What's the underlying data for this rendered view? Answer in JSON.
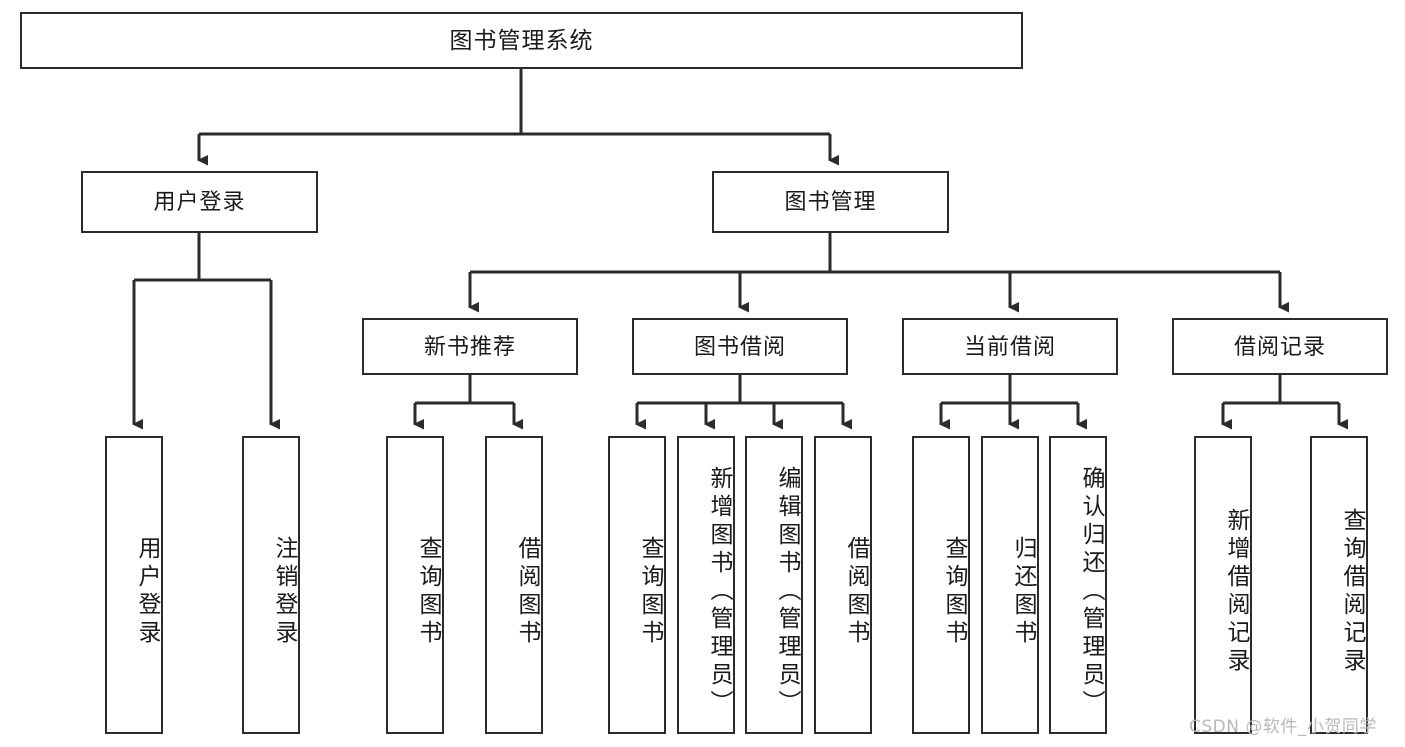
{
  "diagram": {
    "title": "图书管理系统",
    "type": "tree",
    "watermark": "CSDN @软件_小贺同学",
    "style": {
      "box_fill": "#ffffff",
      "box_stroke": "#2b2b2b",
      "line_color": "#2b2b2b",
      "text_color": "#1a1a1a",
      "watermark_color": "#b9b9b9",
      "background": "#ffffff"
    },
    "root": {
      "label": "图书管理系统"
    },
    "level2": [
      {
        "label": "用户登录"
      },
      {
        "label": "图书管理"
      }
    ],
    "level3": [
      {
        "label": "新书推荐"
      },
      {
        "label": "图书借阅"
      },
      {
        "label": "当前借阅"
      },
      {
        "label": "借阅记录"
      }
    ],
    "leaves": {
      "user_login": [
        {
          "label": "用户登录"
        },
        {
          "label": "注销登录"
        }
      ],
      "new_book_recommend": [
        {
          "label": "查询图书"
        },
        {
          "label": "借阅图书"
        }
      ],
      "book_borrow": [
        {
          "label": "查询图书"
        },
        {
          "label": "新增图书（管理员）"
        },
        {
          "label": "编辑图书（管理员）"
        },
        {
          "label": "借阅图书"
        }
      ],
      "current_borrow": [
        {
          "label": "查询图书"
        },
        {
          "label": "归还图书"
        },
        {
          "label": "确认归还（管理员）"
        }
      ],
      "borrow_record": [
        {
          "label": "新增借阅记录"
        },
        {
          "label": "查询借阅记录"
        }
      ]
    }
  }
}
